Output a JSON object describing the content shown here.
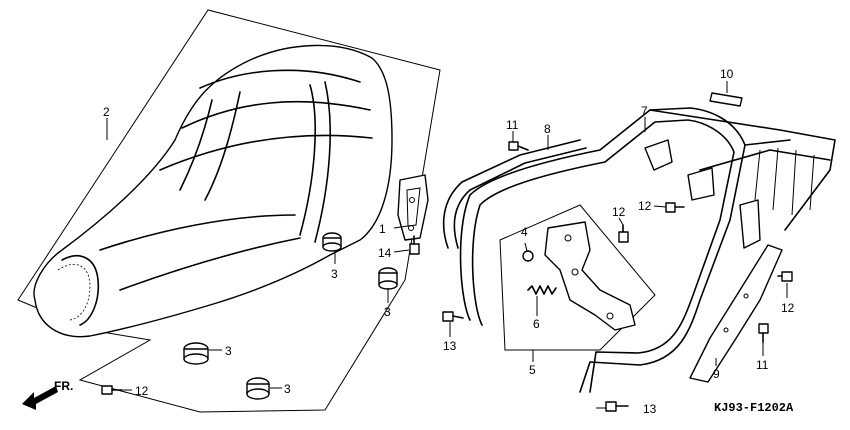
{
  "diagram_code": "KJ93-F1202A",
  "direction_label": "FR.",
  "callouts": {
    "seat": "2",
    "hinge_bracket": "1",
    "bolt_14": "14",
    "cushion_a": "3",
    "cushion_b": "3",
    "cushion_c": "3",
    "cushion_d": "3",
    "bolt_12_seat": "12",
    "stay_10": "10",
    "grab_rail": "7",
    "trim_8": "8",
    "bolt_11_top": "11",
    "bolt_12_mid": "12",
    "bolt_12_rail": "12",
    "lock_plate": "4",
    "spring": "6",
    "lock_assembly": "5",
    "bolt_13_left": "13",
    "bolt_13_bottom": "13",
    "side_cover": "9",
    "bolt_12_right": "12",
    "bolt_11_right": "11"
  }
}
